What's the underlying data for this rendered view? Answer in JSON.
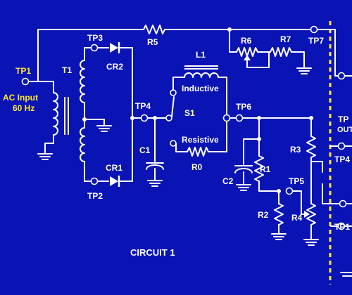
{
  "colors": {
    "background": "#0a14b4",
    "wire": "#ffffff",
    "input_label": "#ffe533",
    "boundary": "#ffe533"
  },
  "diagram_title": "CIRCUIT 1",
  "labels": {
    "tp1": "TP1",
    "tp2": "TP2",
    "tp3": "TP3",
    "tp4": "TP4",
    "tp5": "TP5",
    "tp6": "TP6",
    "tp7": "TP7",
    "t1": "T1",
    "cr1": "CR1",
    "cr2": "CR2",
    "r0": "R0",
    "r1": "R1",
    "r2": "R2",
    "r3": "R3",
    "r4": "R4",
    "r5": "R5",
    "r6": "R6",
    "r7": "R7",
    "c1": "C1",
    "c2": "C2",
    "l1": "L1",
    "s1": "S1",
    "inductive": "Inductive",
    "resistive": "Resistive",
    "ac_input_line1": "AC Input",
    "ac_input_line2": "60 Hz",
    "edge_tp_top": "TP",
    "edge_out": "OUT",
    "edge_tp4": "TP4",
    "edge_tp1": "TP1"
  },
  "icons": [
    "resistor",
    "potentiometer",
    "capacitor",
    "inductor",
    "diode",
    "transformer",
    "ground",
    "test-point",
    "switch"
  ]
}
